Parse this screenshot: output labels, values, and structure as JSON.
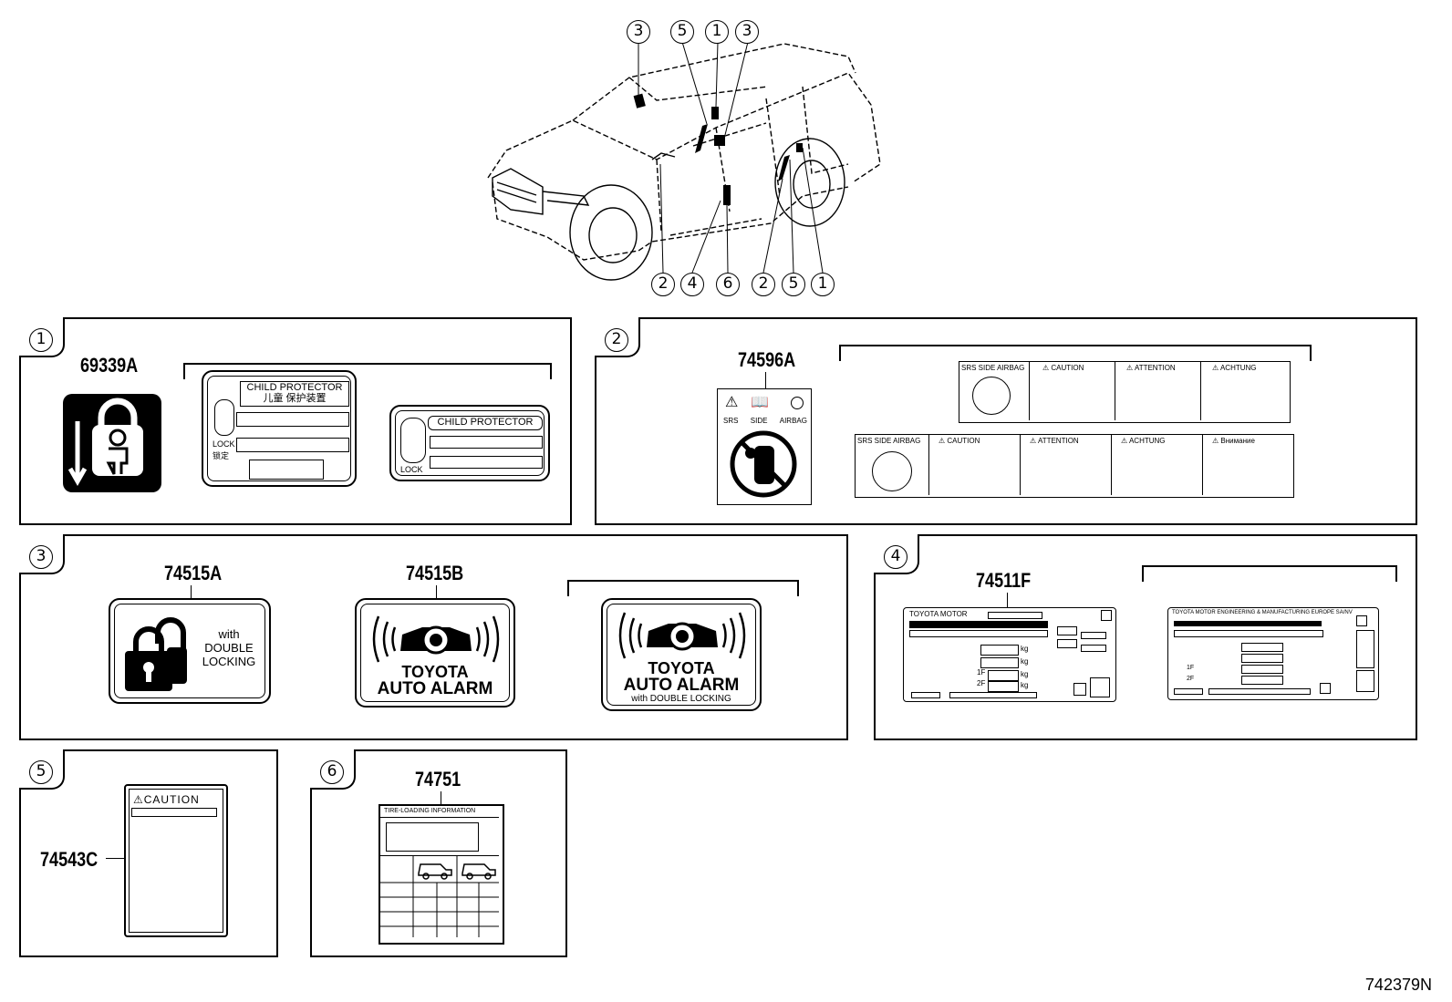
{
  "diagram_id": "742379N",
  "callouts_top": [
    "3",
    "5",
    "1",
    "3"
  ],
  "callouts_bottom": [
    "2",
    "4",
    "6",
    "2",
    "5",
    "1"
  ],
  "panels": [
    {
      "num": "1",
      "parts": [
        "69339A"
      ],
      "child_protector": "CHILD PROTECTOR",
      "child_protector_cn": "儿童 保护装置",
      "lock": "LOCK",
      "lock_cn": "锁定"
    },
    {
      "num": "2",
      "parts": [
        "74596A"
      ],
      "srs_labels": [
        "SRS",
        "SIDE",
        "AIRBAG"
      ],
      "srs_side_airbag": "SRS SIDE AIRBAG",
      "warn_cols_top": [
        "CAUTION",
        "ATTENTION",
        "ACHTUNG"
      ],
      "warn_cols_bottom": [
        "CAUTION",
        "ATTENTION",
        "ACHTUNG",
        "Внимание"
      ]
    },
    {
      "num": "3",
      "parts": [
        "74515A",
        "74515B"
      ],
      "double_lock": [
        "with",
        "DOUBLE",
        "LOCKING"
      ],
      "alarm_line1": "TOYOTA",
      "alarm_line2": "AUTO ALARM",
      "alarm_line3": "with DOUBLE LOCKING"
    },
    {
      "num": "4",
      "parts": [
        "74511F"
      ],
      "maker_a": "TOYOTA MOTOR",
      "maker_b": "TOYOTA MOTOR ENGINEERING & MANUFACTURING EUROPE SA/NV",
      "kg": "kg",
      "axle1": "1F",
      "axle2": "2F"
    },
    {
      "num": "5",
      "parts": [
        "74543C"
      ],
      "caution": "CAUTION"
    },
    {
      "num": "6",
      "parts": [
        "74751"
      ],
      "tire_title": "TIRE-LOADING INFORMATION"
    }
  ]
}
